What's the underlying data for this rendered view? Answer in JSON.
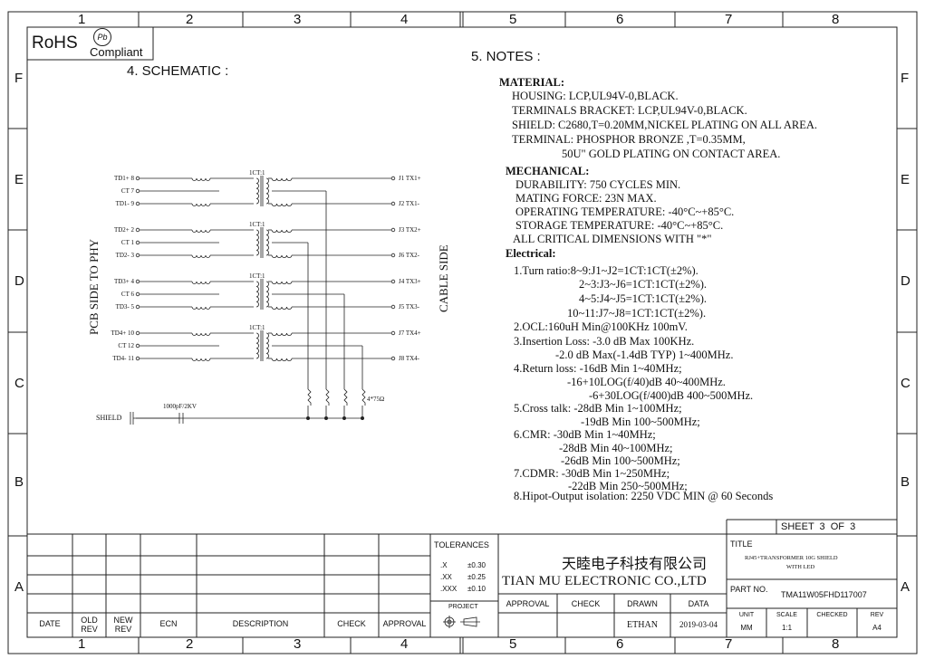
{
  "columns": [
    "1",
    "2",
    "3",
    "4",
    "5",
    "6",
    "7",
    "8"
  ],
  "rows": [
    "F",
    "E",
    "D",
    "C",
    "B",
    "A"
  ],
  "rohs": {
    "label": "RoHS",
    "compliant": "Compliant",
    "mark": "Pb"
  },
  "schematic": {
    "heading": "4. SCHEMATIC :",
    "left_label": "PCB SIDE TO PHY",
    "right_label": "CABLE SIDE",
    "ratio_label": "1CT:1",
    "left_pins": [
      "TD1+ 8",
      "CT  7",
      "TD1- 9",
      "TD2+ 2",
      "CT  1",
      "TD2- 3",
      "TD3+ 4",
      "CT  6",
      "TD3- 5",
      "TD4+ 10",
      "CT  12",
      "TD4- 11"
    ],
    "right_pins": [
      "J1 TX1+",
      "J2 TX1-",
      "J3 TX2+",
      "J6 TX2-",
      "J4 TX3+",
      "J5 TX3-",
      "J7 TX4+",
      "J8 TX4-"
    ],
    "resistor_label": "4*75Ω",
    "cap_label": "1000pF/2KV",
    "shield_label": "SHIELD"
  },
  "notes": {
    "heading": "5. NOTES :",
    "material_title": "MATERIAL:",
    "material": [
      "HOUSING: LCP,UL94V-0,BLACK.",
      "TERMINALS BRACKET: LCP,UL94V-0,BLACK.",
      "SHIELD: C2680,T=0.20MM,NICKEL PLATING ON ALL AREA.",
      "TERMINAL: PHOSPHOR BRONZE ,T=0.35MM,",
      "50U\" GOLD PLATING ON CONTACT AREA."
    ],
    "mechanical_title": "MECHANICAL:",
    "mechanical": [
      "DURABILITY: 750 CYCLES MIN.",
      "MATING FORCE: 23N MAX.",
      "OPERATING TEMPERATURE: -40°C~+85°C.",
      "STORAGE TEMPERATURE: -40°C~+85°C.",
      "ALL CRITICAL DIMENSIONS WITH \"*\""
    ],
    "electrical_title": "Electrical:",
    "electrical": [
      "1.Turn ratio:8~9:J1~J2=1CT:1CT(±2%).",
      "2~3:J3~J6=1CT:1CT(±2%).",
      "4~5:J4~J5=1CT:1CT(±2%).",
      "10~11:J7~J8=1CT:1CT(±2%).",
      "2.OCL:160uH Min@100KHz 100mV.",
      "3.Insertion Loss: -3.0 dB Max 100KHz.",
      "-2.0 dB Max(-1.4dB TYP) 1~400MHz.",
      "4.Return loss: -16dB Min 1~40MHz;",
      "-16+10LOG(f/40)dB 40~400MHz.",
      "-6+30LOG(f/400)dB 400~500MHz.",
      "5.Cross talk: -28dB Min 1~100MHz;",
      "-19dB Min 100~500MHz;",
      "6.CMR: -30dB Min 1~40MHz;",
      "-28dB Min 40~100MHz;",
      "-26dB Min 100~500MHz;",
      "7.CDMR: -30dB Min 1~250MHz;",
      "-22dB Min 250~500MHz;",
      "8.Hipot-Output isolation: 2250 VDC MIN @ 60 Seconds"
    ]
  },
  "sheet": {
    "label": "SHEET",
    "num": "3",
    "of": "OF",
    "total": "3"
  },
  "revision_table": {
    "headers": [
      "DATE",
      "OLD REV",
      "NEW REV",
      "ECN",
      "DESCRIPTION",
      "CHECK",
      "APPROVAL"
    ]
  },
  "tolerances": {
    "title": "TOLERANCES",
    "rows": [
      [
        ".X",
        "±0.30"
      ],
      [
        ".XX",
        "±0.25"
      ],
      [
        ".XXX",
        "±0.10"
      ]
    ],
    "projection": "PROJECT"
  },
  "company": {
    "cn": "天睦电子科技有限公司",
    "en": "TIAN MU ELECTRONIC CO.,LTD"
  },
  "signoff": {
    "headers": [
      "APPROVAL",
      "CHECK",
      "DRAWN",
      "DATA"
    ],
    "drawn": "ETHAN",
    "date": "2019-03-04"
  },
  "title_block": {
    "title_label": "TITLE",
    "title_line1": "RJ45+TRANSFORMER 10G SHIELD",
    "title_line2": "WITH LED",
    "part_label": "PART NO.",
    "part_no": "TMA11W05FHD117007",
    "unit_label": "UNIT",
    "unit": "MM",
    "scale_label": "SCALE",
    "scale": "1:1",
    "checked_label": "CHECKED",
    "checked": "",
    "rev_label": "REV",
    "rev": "A4"
  }
}
